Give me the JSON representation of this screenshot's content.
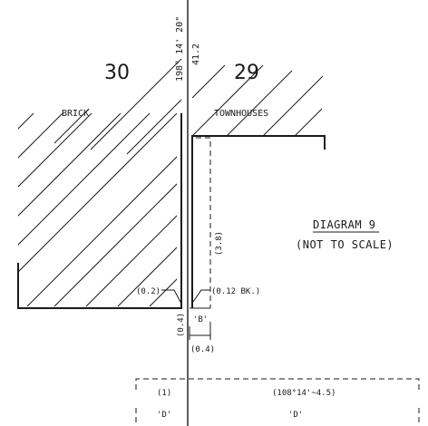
{
  "lots": {
    "left_number": "30",
    "right_number": "29"
  },
  "labels": {
    "left_use": "BRICK",
    "right_use": "TOWNHOUSES",
    "bearing_vertical": "198° 14' 20\"",
    "distance_vertical": "41.2",
    "offset_left": "(0.2)",
    "offset_right": "(0.12 BK.)",
    "dim_vertical_right": "(3.8)",
    "dim_vertical_left": "(0.4)",
    "point_b": "'B'",
    "dim_horizontal_bottom": "(0.4)",
    "bottom_left_value": "(1)",
    "bottom_right_value": "(108°14'~4.5)",
    "bottom_left_point": "'D'",
    "bottom_right_point": "'D'"
  },
  "diagram": {
    "title": "DIAGRAM 9",
    "subtitle": "(NOT TO SCALE)"
  }
}
